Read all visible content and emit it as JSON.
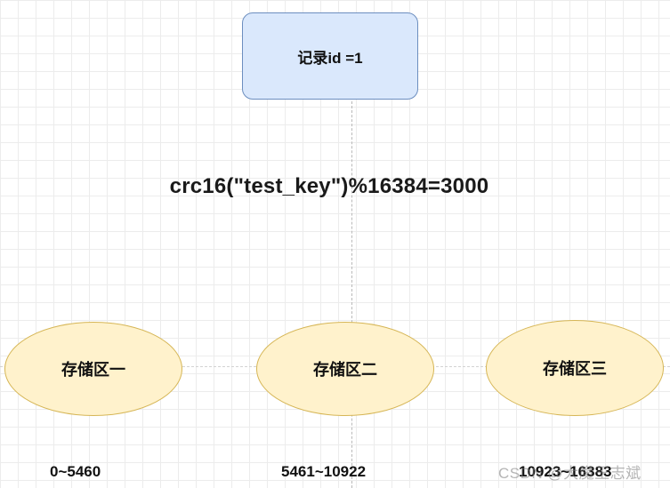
{
  "record": {
    "label": "记录id =1"
  },
  "formula": {
    "text": "crc16(\"test_key\")%16384=3000"
  },
  "zones": [
    {
      "label": "存储区一",
      "range": "0~5460"
    },
    {
      "label": "存储区二",
      "range": "5461~10922"
    },
    {
      "label": "存储区三",
      "range": "10923~16383"
    }
  ],
  "watermark": {
    "text": "CSDN @大魔王志斌"
  },
  "colors": {
    "record_fill": "#dae8fc",
    "record_border": "#6c8ebf",
    "zone_fill": "#fff2cc",
    "zone_border": "#d6b656",
    "grid": "#ececec"
  }
}
